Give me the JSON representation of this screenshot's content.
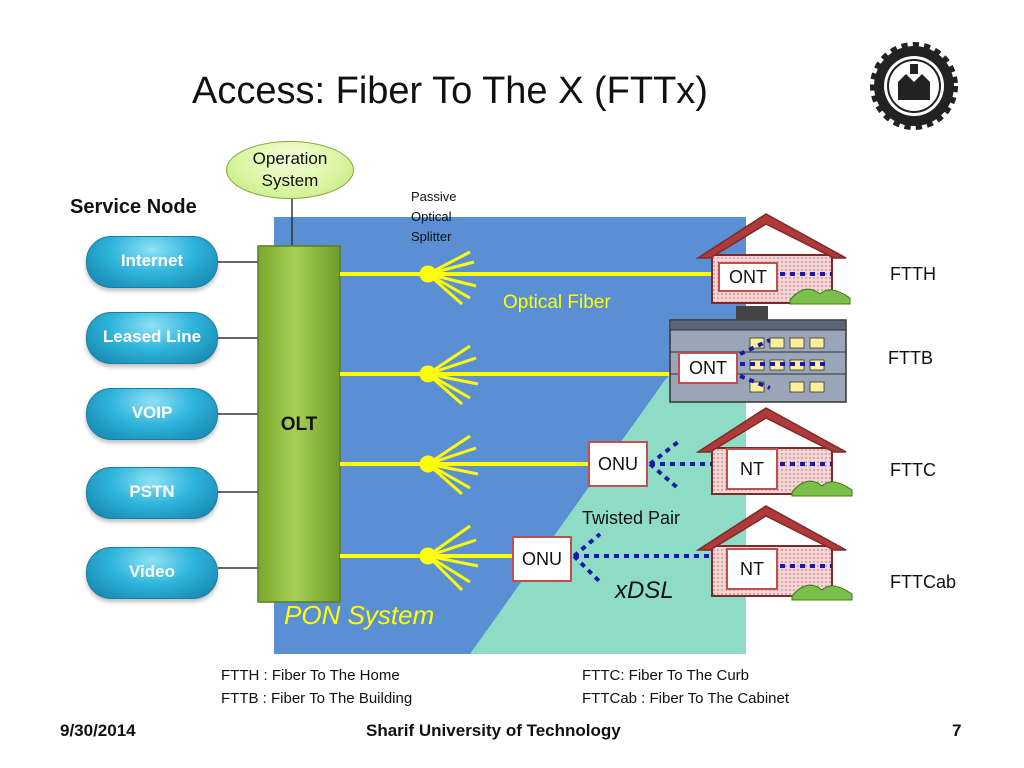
{
  "slide": {
    "title": "Access: Fiber To The X (FTTx)",
    "service_node_label": "Service Node",
    "operation_system": "Operation\nSystem",
    "services": [
      "Internet",
      "Leased Line",
      "VOIP",
      "PSTN",
      "Video"
    ],
    "olt_label": "OLT",
    "splitter_label": "Passive\nOptical\nSplitter",
    "optical_fiber_label": "Optical Fiber",
    "twisted_pair_label": "Twisted Pair",
    "xdsl_label": "xDSL",
    "pon_label": "PON System",
    "ont_labels": [
      "ONT",
      "ONT"
    ],
    "onu_labels": [
      "ONU",
      "ONU"
    ],
    "nt_labels": [
      "NT",
      "NT"
    ],
    "fttx_labels": [
      "FTTH",
      "FTTB",
      "FTTC",
      "FTTCab"
    ],
    "legend": {
      "ftth": "FTTH : Fiber To The Home",
      "fttb": "FTTB : Fiber To The Building",
      "fttc": "FTTC: Fiber To The Curb",
      "fttcab": "FTTCab : Fiber To The Cabinet"
    }
  },
  "footer": {
    "date": "9/30/2014",
    "institution": "Sharif University of Technology",
    "page": "7"
  },
  "colors": {
    "pon_blue": "#5b8fd4",
    "teal": "#8fdcc6",
    "fiber": "#ffff00",
    "olt_green": "#8fbd3a",
    "service_blue": "#2fb5dc",
    "copper_dots": "#1a1aa6",
    "box_border": "#c0504d"
  }
}
